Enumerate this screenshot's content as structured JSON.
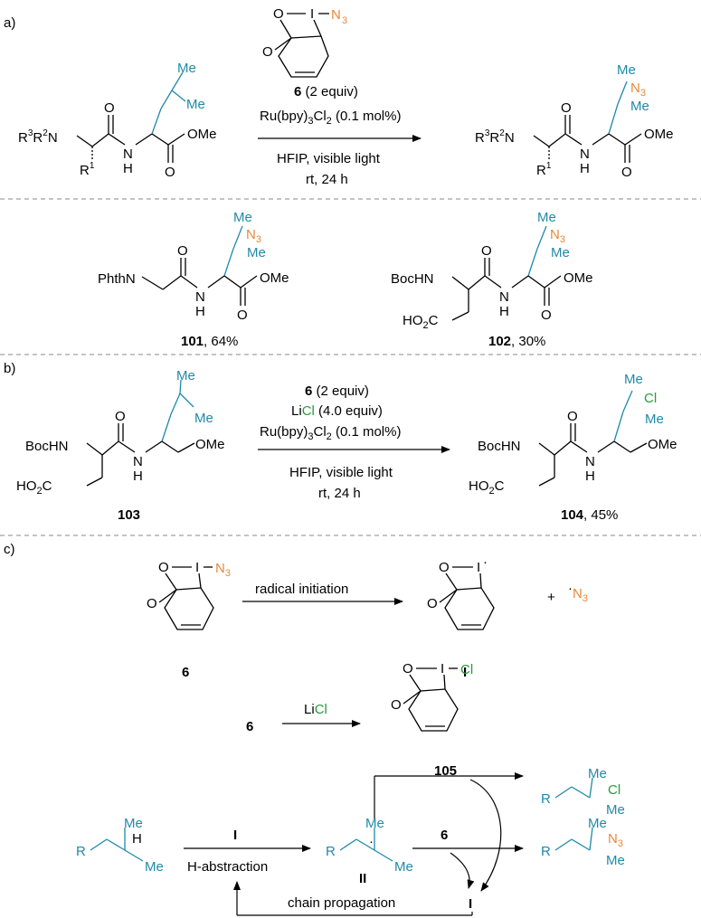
{
  "panels": {
    "a": "a)",
    "b": "b)",
    "c": "c)"
  },
  "reagent": {
    "iodine": "I",
    "azide": "N",
    "azide_sub": "3",
    "chloride": "Cl",
    "oxygen": "O"
  },
  "section_a": {
    "sm_label_main": "R",
    "sm_sup1": "3",
    "sm_r": "R",
    "sm_sup2": "2",
    "sm_n": "N",
    "r1": "R",
    "r1_sup": "1",
    "nh_h": "H",
    "nh_n": "N",
    "o": "O",
    "ome": "OMe",
    "me": "Me",
    "cond_line1_bold": "6",
    "cond_line1_rest": " (2 equiv)",
    "cond_line2": "Ru(bpy)",
    "cond_line2_sub": "3",
    "cond_line2_rest": "Cl",
    "cond_line2_sub2": "2",
    "cond_line2_tail": " (0.1 mol%)",
    "cond_line3": "HFIP, visible light",
    "cond_line4": "rt, 24 h"
  },
  "examples": {
    "phthn": "PhthN",
    "bochn": "BocHN",
    "ho2c": "HO",
    "ho2c_sub": "2",
    "ho2c_c": "C",
    "ex101_num": "101",
    "ex101_yield": ", 64%",
    "ex102_num": "102",
    "ex102_yield": ", 30%"
  },
  "section_b": {
    "sm_num": "103",
    "prod_num": "104",
    "prod_yield": ", 45%",
    "cond_line1_bold": "6",
    "cond_line1_rest": " (2 equiv)",
    "cond_line2_li": "Li",
    "cond_line2_cl": "Cl",
    "cond_line2_rest": " (4.0 equiv)",
    "cond_line3": "Ru(bpy)",
    "cond_line3_sub": "3",
    "cond_line3_rest": "Cl",
    "cond_line3_sub2": "2",
    "cond_line3_tail": " (0.1 mol%)",
    "cond_line4": "HFIP, visible light",
    "cond_line5": "rt, 24 h"
  },
  "section_c": {
    "reagent_num": "6",
    "radical_label": "radical initiation",
    "radical_I": "I",
    "plus": "+",
    "dot": "·",
    "licl_li": "Li",
    "licl_cl": "Cl",
    "compound105": "105",
    "sub_R": "R",
    "h_abs_reagent": "I",
    "h_abstraction": "H-abstraction",
    "radical_II": "II",
    "reagent6": "6",
    "chain_propagation": "chain propagation",
    "regen_I": "I"
  },
  "colors": {
    "teal": "#1f8aa8",
    "orange": "#e8883a",
    "green": "#2a9a3c"
  }
}
